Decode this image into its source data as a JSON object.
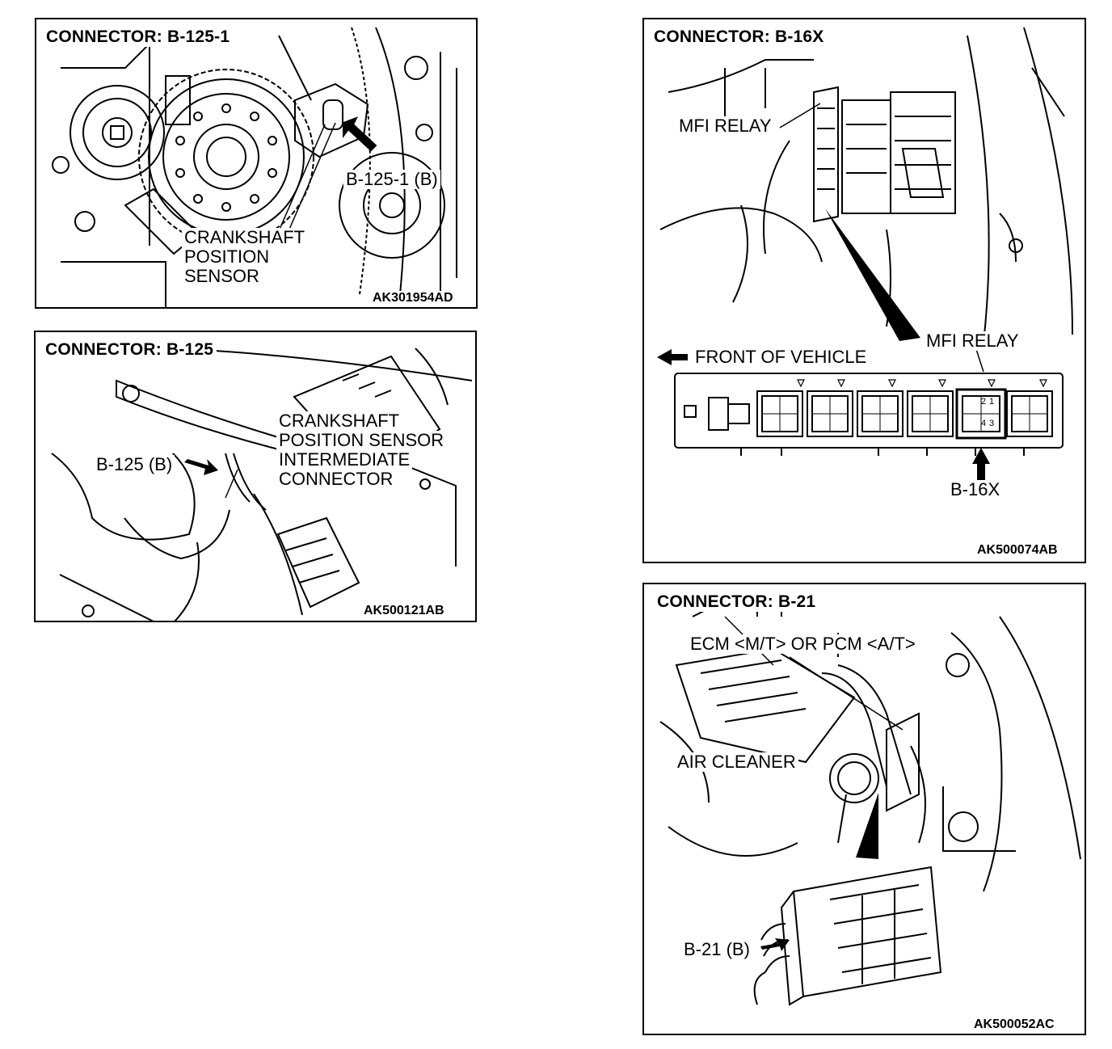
{
  "panels": [
    {
      "title": "CONNECTOR: B-125-1",
      "labels": {
        "connector": "B-125-1 (B)",
        "sensor_l1": "CRANKSHAFT",
        "sensor_l2": "POSITION",
        "sensor_l3": "SENSOR"
      },
      "ref": "AK301954AD"
    },
    {
      "title": "CONNECTOR: B-125",
      "labels": {
        "connector": "B-125 (B)",
        "l1": "CRANKSHAFT",
        "l2": "POSITION SENSOR",
        "l3": "INTERMEDIATE",
        "l4": "CONNECTOR"
      },
      "ref": "AK500121AB"
    },
    {
      "title": "CONNECTOR: B-16X",
      "labels": {
        "relay_top": "MFI RELAY",
        "relay_bottom": "MFI RELAY",
        "front": "FRONT OF VEHICLE",
        "connector": "B-16X"
      },
      "pins": [
        "2",
        "1",
        "4",
        "3"
      ],
      "ref": "AK500074AB"
    },
    {
      "title": "CONNECTOR: B-21",
      "labels": {
        "ecm": "ECM <M/T> OR PCM <A/T>",
        "air": "AIR CLEANER",
        "connector": "B-21 (B)"
      },
      "ref": "AK500052AC"
    }
  ]
}
